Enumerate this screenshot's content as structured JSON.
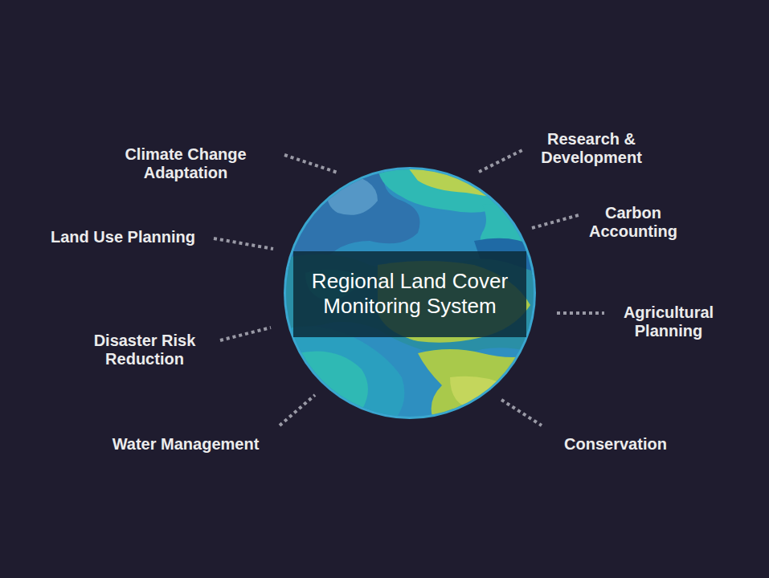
{
  "diagram": {
    "nodes": [
      {
        "text": [
          "Regional Land Cover Monitoring System"
        ]
      }
    ],
    "labels": [
      "Climate Change Adaptation",
      "Research & Development",
      "Carbon Accounting",
      "Land Use Planning",
      "Agricultural Planning",
      "Disaster Risk Reduction",
      "Water Management",
      "Conservation"
    ]
  }
}
